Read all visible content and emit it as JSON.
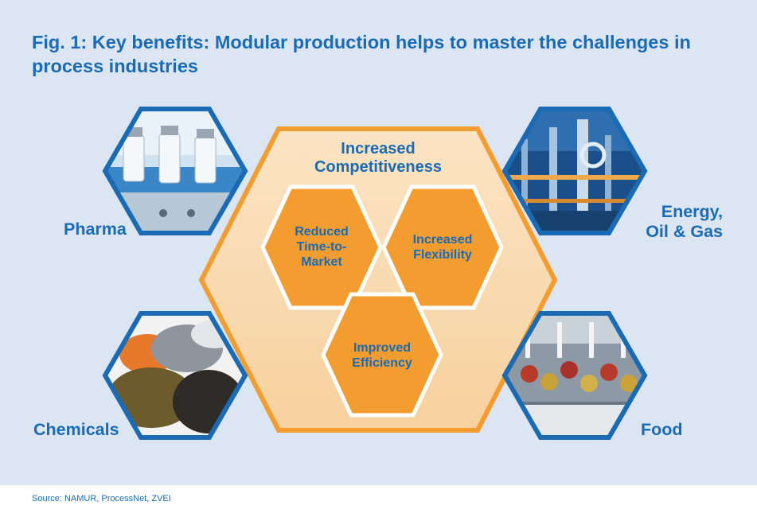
{
  "title": "Fig. 1: Key benefits: Modular production helps to master the challenges in process industries",
  "center": {
    "heading_line1": "Increased",
    "heading_line2": "Competitiveness"
  },
  "benefits": [
    {
      "line1": "Reduced",
      "line2": "Time-to-",
      "line3": "Market"
    },
    {
      "line1": "Increased",
      "line2": "Flexibility"
    },
    {
      "line1": "Improved",
      "line2": "Efficiency"
    }
  ],
  "industries": {
    "pharma": "Pharma",
    "energy_line1": "Energy,",
    "energy_line2": "Oil & Gas",
    "chemicals": "Chemicals",
    "food": "Food"
  },
  "source": "Source: NAMUR, ProcessNet, ZVEI",
  "colors": {
    "background": "#dce6f3",
    "brand_blue": "#1a6bb4",
    "orange": "#f39c2f",
    "orange_fill": "#f8d9ad",
    "orange_light": "#fde9cf"
  }
}
